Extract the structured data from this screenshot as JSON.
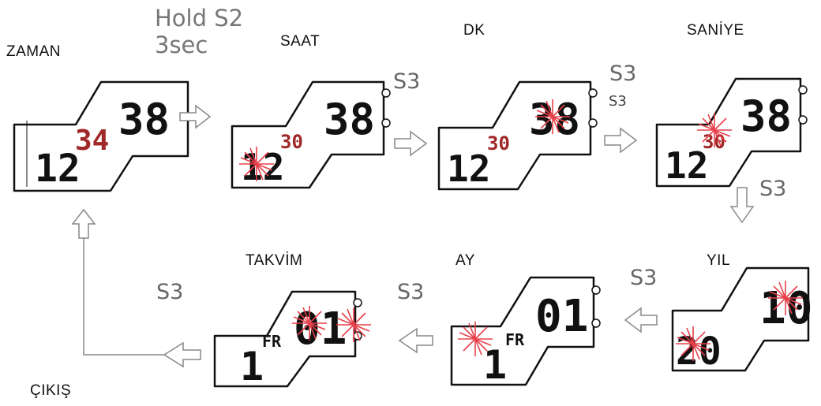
{
  "labels": {
    "zaman": "ZAMAN",
    "saat": "SAAT",
    "dk": "DK",
    "saniye": "SANİYE",
    "takvim": "TAKVİM",
    "ay": "AY",
    "yil": "YIL",
    "cikis": "ÇIKIŞ"
  },
  "hold": {
    "line1": "Hold S2",
    "line2": "3sec"
  },
  "button": "S3",
  "displays": {
    "zaman": {
      "left": "12",
      "mid": "34",
      "right": "38"
    },
    "saat": {
      "left": "12",
      "mid": "30",
      "right": "38"
    },
    "dk": {
      "left": "12",
      "mid": "30",
      "right": "38"
    },
    "saniye": {
      "left": "12",
      "mid": "30",
      "right": "38"
    },
    "yil": {
      "left": "20",
      "right": "10"
    },
    "ay": {
      "left": "1",
      "mid": "FR",
      "right": "01"
    },
    "takvim": {
      "left": "1",
      "mid": "FR",
      "right": "01"
    }
  },
  "colors": {
    "flash": "#e8404a",
    "outline": "#111111",
    "arrow": "#888888"
  }
}
